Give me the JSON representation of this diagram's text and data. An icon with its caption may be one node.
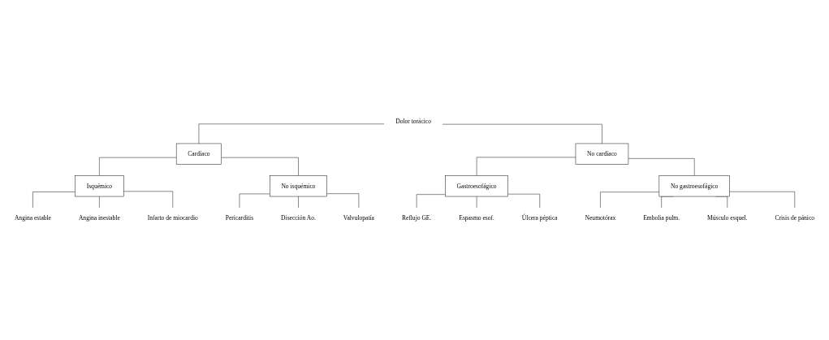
{
  "diagram": {
    "nodes": [
      {
        "text": [
          "Dolor torácico"
        ]
      },
      {
        "text": [
          "Cardíaco"
        ]
      },
      {
        "text": [
          "No cardíaco"
        ]
      },
      {
        "text": [
          "Isquémico"
        ]
      },
      {
        "text": [
          "No isquémico"
        ]
      },
      {
        "text": [
          "Gastroesofágico"
        ]
      },
      {
        "text": [
          "No gastroesofágico"
        ]
      },
      {
        "text": [
          "Angina estable"
        ]
      },
      {
        "text": [
          "Angina inestable"
        ]
      },
      {
        "text": [
          "Infarto de miocardio"
        ]
      },
      {
        "text": [
          "Pericarditis"
        ]
      },
      {
        "text": [
          "Disección Ao."
        ]
      },
      {
        "text": [
          "Valvulopatía"
        ]
      },
      {
        "text": [
          "Reflujo GE."
        ]
      },
      {
        "text": [
          "Espasmo esof."
        ]
      },
      {
        "text": [
          "Úlcera péptica"
        ]
      },
      {
        "text": [
          "Neumotórax"
        ]
      },
      {
        "text": [
          "Embolia pulm."
        ]
      },
      {
        "text": [
          "Músculo esquel."
        ]
      },
      {
        "text": [
          "Crisis de pánico"
        ]
      }
    ],
    "edges": [
      {
        "from": 0,
        "to": 1,
        "arrow": "none"
      },
      {
        "from": 0,
        "to": 2,
        "arrow": "none"
      },
      {
        "from": 1,
        "to": 3,
        "arrow": "none"
      },
      {
        "from": 1,
        "to": 4,
        "arrow": "none"
      },
      {
        "from": 2,
        "to": 5,
        "arrow": "none"
      },
      {
        "from": 2,
        "to": 6,
        "arrow": "none"
      },
      {
        "from": 3,
        "to": 7,
        "arrow": "none"
      },
      {
        "from": 3,
        "to": 8,
        "arrow": "none"
      },
      {
        "from": 3,
        "to": 9,
        "arrow": "none"
      },
      {
        "from": 4,
        "to": 10,
        "arrow": "none"
      },
      {
        "from": 4,
        "to": 11,
        "arrow": "none"
      },
      {
        "from": 4,
        "to": 12,
        "arrow": "none"
      },
      {
        "from": 5,
        "to": 13,
        "arrow": "none"
      },
      {
        "from": 5,
        "to": 14,
        "arrow": "none"
      },
      {
        "from": 5,
        "to": 15,
        "arrow": "none"
      },
      {
        "from": 6,
        "to": 16,
        "arrow": "none"
      },
      {
        "from": 6,
        "to": 17,
        "arrow": "none"
      },
      {
        "from": 6,
        "to": 18,
        "arrow": "none"
      },
      {
        "from": 6,
        "to": 19,
        "arrow": "none"
      }
    ]
  }
}
